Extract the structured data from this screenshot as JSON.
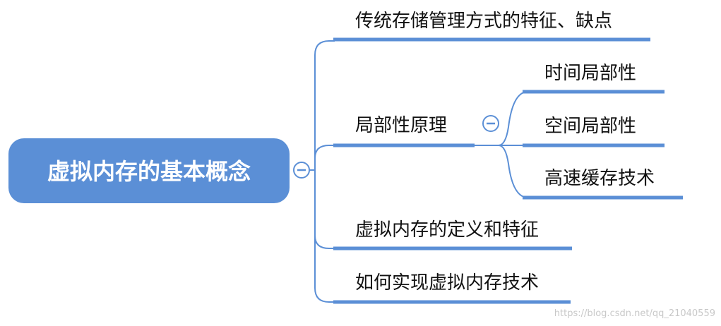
{
  "root": {
    "label": "虚拟内存的基本概念"
  },
  "branches": [
    {
      "label": "传统存储管理方式的特征、缺点"
    },
    {
      "label": "局部性原理"
    },
    {
      "label": "虚拟内存的定义和特征"
    },
    {
      "label": "如何实现虚拟内存技术"
    }
  ],
  "sub_branches": [
    {
      "label": "时间局部性"
    },
    {
      "label": "空间局部性"
    },
    {
      "label": "高速缓存技术"
    }
  ],
  "watermark": {
    "text": "https://blog.csdn.net/qq_21040559"
  },
  "colors": {
    "root_fill": "#5b8fd6",
    "line": "#5b8fd6",
    "text": "#111111"
  },
  "icons": {
    "root_collapse": "collapse-minus-icon",
    "branch_collapse": "collapse-minus-icon"
  }
}
